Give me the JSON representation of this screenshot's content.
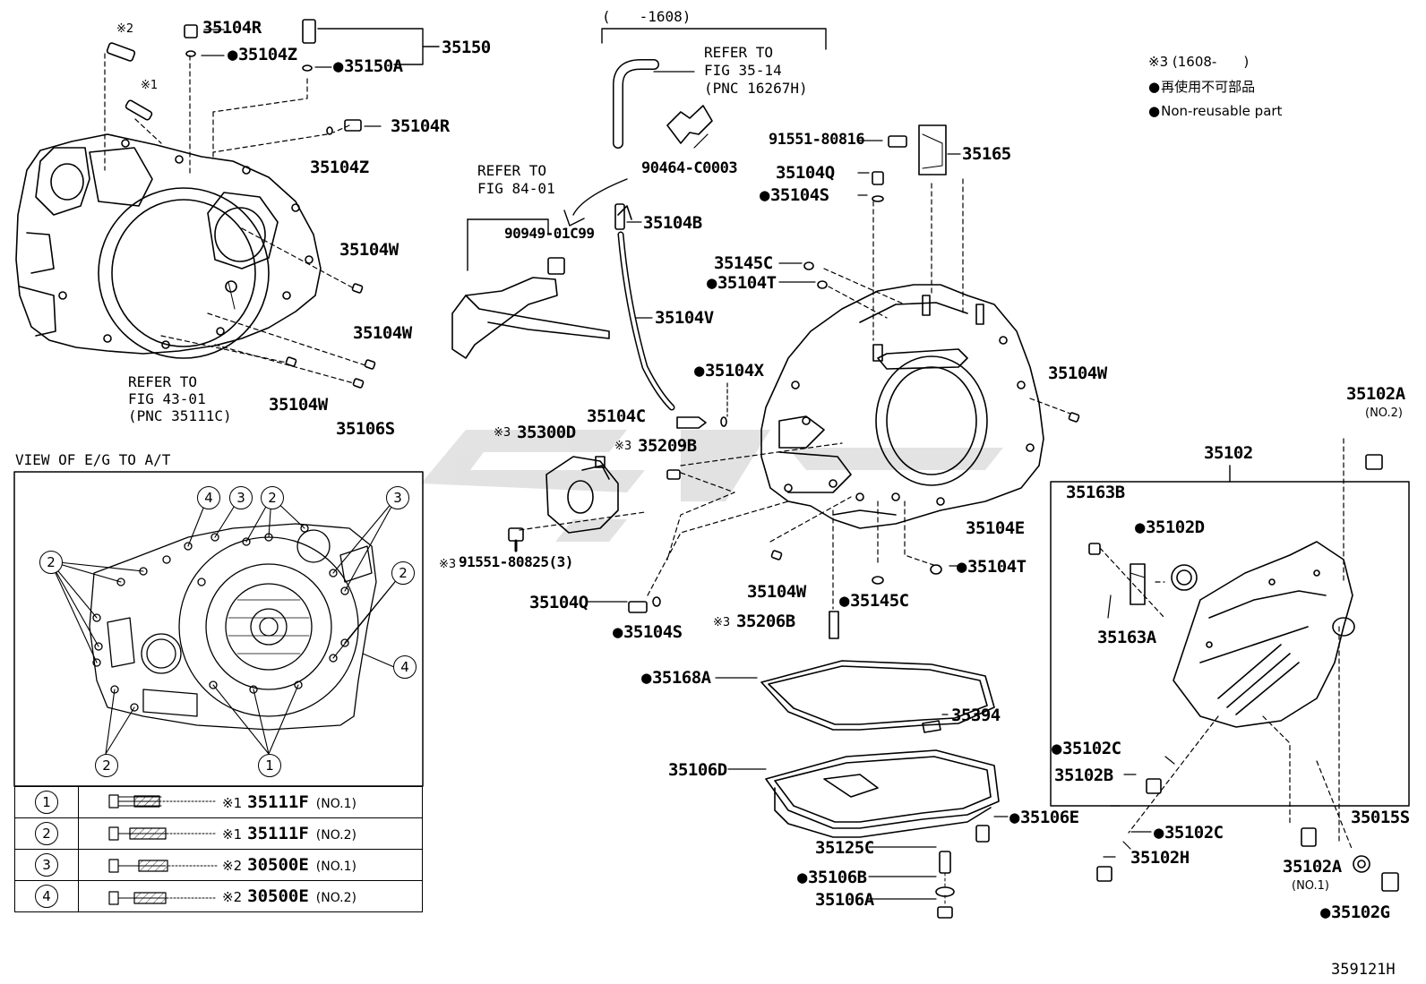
{
  "diagram_id": "359121H",
  "legend": {
    "note3": "※3 (1608-　　)",
    "non_reusable_jp": "再使用不可部品",
    "non_reusable_en": "Non-reusable part"
  },
  "view_title": "VIEW OF E/G TO A/T",
  "period_bracket": "(　　-1608)",
  "refs": {
    "fig35": [
      "REFER TO",
      "FIG 35-14",
      "(PNC 16267H)"
    ],
    "fig84": [
      "REFER TO",
      "FIG 84-01"
    ],
    "fig43": [
      "REFER TO",
      "FIG 43-01",
      "(PNC 35111C)"
    ]
  },
  "parts": {
    "p35104R_top": "35104R",
    "p35104Z_top": "35104Z",
    "p35150": "35150",
    "p35150A": "35150A",
    "p35104R_mid": "35104R",
    "p35104Z_mid": "35104Z",
    "p35104W_1": "35104W",
    "p35104W_2": "35104W",
    "p35104W_3": "35104W",
    "p35106S": "35106S",
    "p90464": "90464-C0003",
    "p90949": "90949-01C99",
    "p35104B": "35104B",
    "p35104V": "35104V",
    "p91551_top": "91551-80816",
    "p35165": "35165",
    "p35104Q_top": "35104Q",
    "p35104S_top": "35104S",
    "p35145C_top": "35145C",
    "p35104T_top": "35104T",
    "p35104X": "35104X",
    "p35104C": "35104C",
    "p35104W_right": "35104W",
    "p35300D": "35300D",
    "p35209B": "35209B",
    "p91551_bot": "91551-80825(3)",
    "p35104Q_bot": "35104Q",
    "p35104S_bot": "35104S",
    "p35104W_bot": "35104W",
    "p35145C_bot": "35145C",
    "p35206B": "35206B",
    "p35104E": "35104E",
    "p35104T_bot": "35104T",
    "p35168A": "35168A",
    "p35394": "35394",
    "p35106D": "35106D",
    "p35106E": "35106E",
    "p35125C": "35125C",
    "p35106B": "35106B",
    "p35106A": "35106A",
    "p35102A_no2": "35102A",
    "no2": "(NO.2)",
    "p35102": "35102",
    "p35163B": "35163B",
    "p35102D": "35102D",
    "p35163A": "35163A",
    "p35102C_box": "35102C",
    "p35102B": "35102B",
    "p35102C_out": "35102C",
    "p35102H": "35102H",
    "p35102A_no1": "35102A",
    "no1": "(NO.1)",
    "p35015S": "35015S",
    "p35102G": "35102G"
  },
  "marks": {
    "m1": "※1",
    "m2": "※2",
    "m3": "※3"
  },
  "bolt_table": [
    {
      "num": "1",
      "mark": "※1",
      "pn": "35111F",
      "variant": "(NO.1)"
    },
    {
      "num": "2",
      "mark": "※1",
      "pn": "35111F",
      "variant": "(NO.2)"
    },
    {
      "num": "3",
      "mark": "※2",
      "pn": "30500E",
      "variant": "(NO.1)"
    },
    {
      "num": "4",
      "mark": "※2",
      "pn": "30500E",
      "variant": "(NO.2)"
    }
  ],
  "view_callouts": [
    "1",
    "2",
    "3",
    "4"
  ]
}
